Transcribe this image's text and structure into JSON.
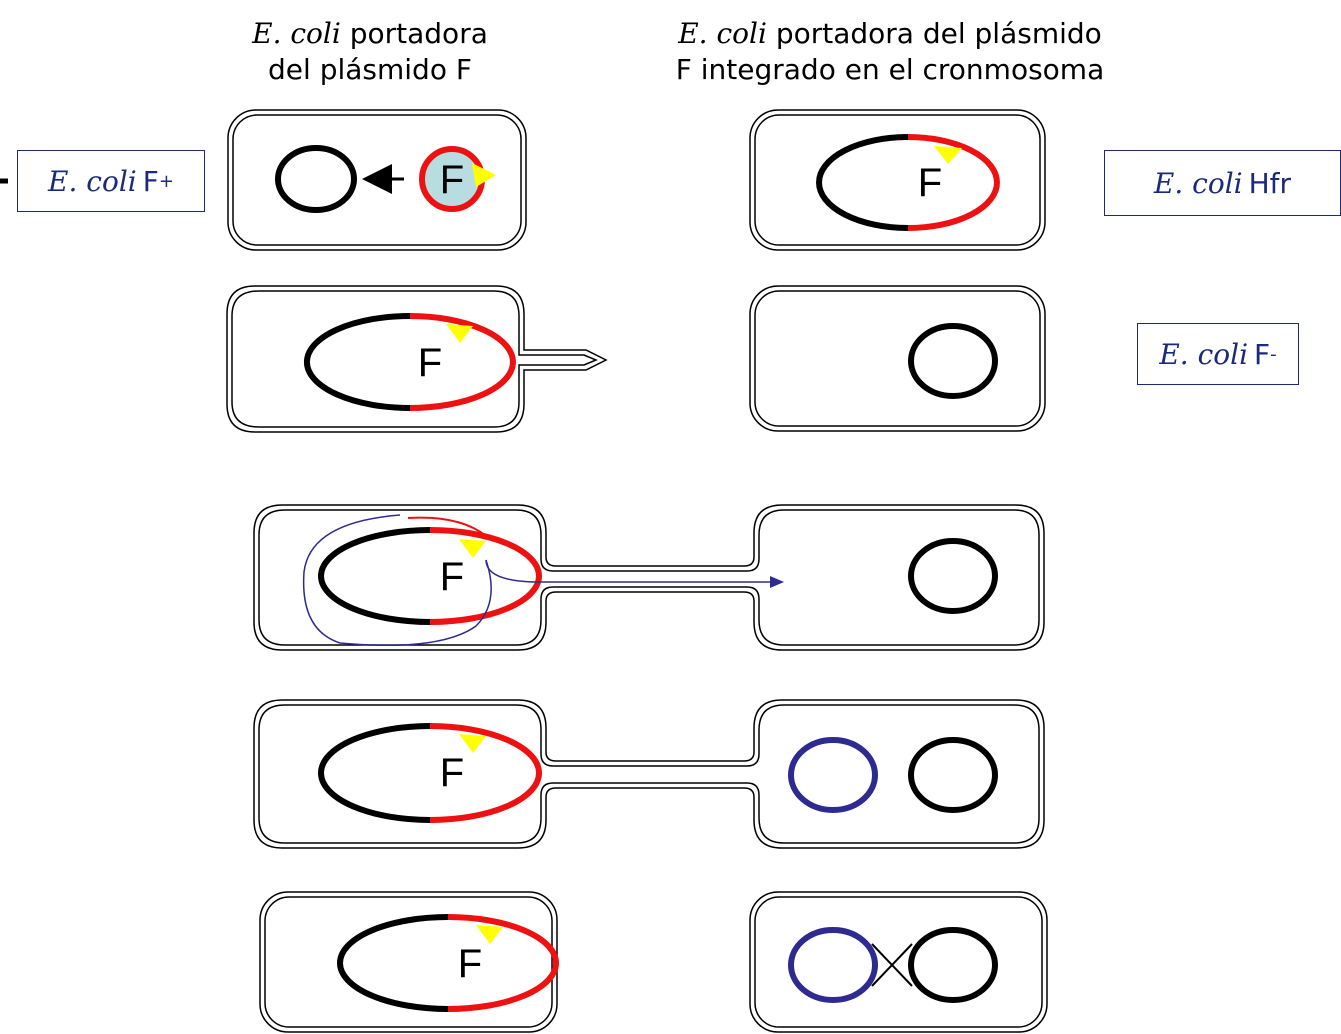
{
  "headers": {
    "left_italic": "E. coli",
    "left_line1_rest": "portadora",
    "left_line2": "del plásmido F",
    "right_italic": "E. coli",
    "right_line1_rest": "portadora del plásmido",
    "right_line2": "F integrado en el cronmosoma"
  },
  "labels": {
    "fplus_italic": "E. coli",
    "fplus_main": "F",
    "fplus_sup": "+",
    "hfr_italic": "E. coli",
    "hfr_main": "Hfr",
    "fminus_italic": "E. coli",
    "fminus_main": "F",
    "fminus_sup": "-"
  },
  "plasmid_letter": "F",
  "colors": {
    "chromosome": "#000000",
    "f_factor": "#ee1111",
    "origin_marker": "#ffff00",
    "plasmid_fill": "#b7dde0",
    "transferred_dna": "#2e2a90",
    "label_text": "#1b2a7a"
  }
}
